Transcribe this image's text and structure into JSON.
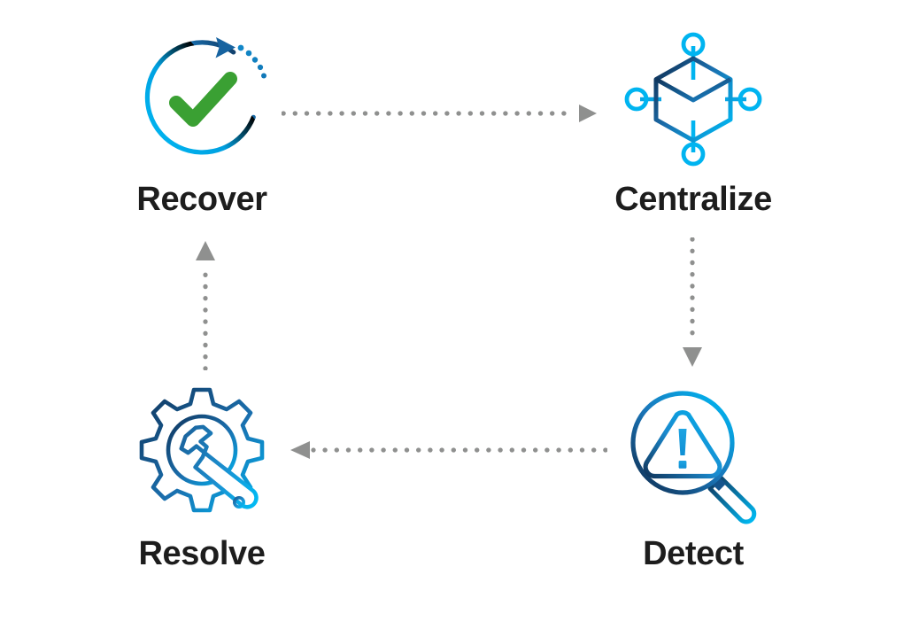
{
  "diagram": {
    "type": "cycle-flow",
    "background_color": "#ffffff",
    "label_color": "#1d1d1d",
    "accent_cyan": "#00aeef",
    "accent_navy": "#14365c",
    "accent_green": "#3aa033",
    "connector_color": "#8f908f",
    "nodes": [
      {
        "id": "recover",
        "label": "Recover",
        "icon": "circular-arrow-check-icon",
        "position": "top-left"
      },
      {
        "id": "centralize",
        "label": "Centralize",
        "icon": "cube-network-icon",
        "position": "top-right"
      },
      {
        "id": "detect",
        "label": "Detect",
        "icon": "magnifier-warning-icon",
        "position": "bottom-right"
      },
      {
        "id": "resolve",
        "label": "Resolve",
        "icon": "gear-wrench-icon",
        "position": "bottom-left"
      }
    ],
    "connectors": [
      {
        "id": "recover-to-centralize",
        "from": "recover",
        "to": "centralize",
        "style": "dotted",
        "direction": "right"
      },
      {
        "id": "centralize-to-detect",
        "from": "centralize",
        "to": "detect",
        "style": "dotted",
        "direction": "down"
      },
      {
        "id": "detect-to-resolve",
        "from": "detect",
        "to": "resolve",
        "style": "dotted",
        "direction": "left"
      },
      {
        "id": "resolve-to-recover",
        "from": "resolve",
        "to": "recover",
        "style": "dotted",
        "direction": "up"
      }
    ]
  }
}
